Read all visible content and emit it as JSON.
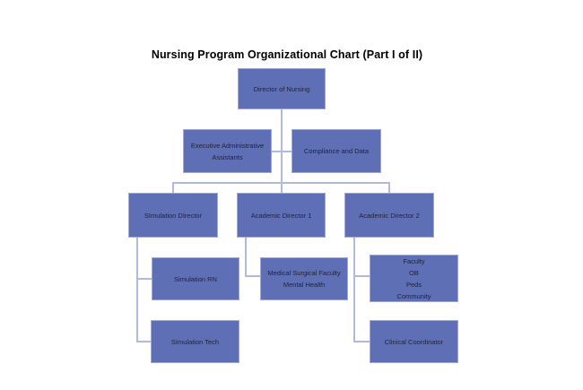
{
  "title": "Nursing Program Organizational Chart (Part I of II)",
  "colors": {
    "background": "#FFFFFF",
    "box_fill": "#5E6FB6",
    "box_border": "#9FA9D6",
    "connector": "#AFBADC",
    "text": "#1F2233",
    "title_color": "#000000"
  },
  "nodes": {
    "director": {
      "label": "Director of Nursing",
      "parent": null
    },
    "exec_admin": {
      "label": "Executive Administrative\nAssistants",
      "parent": "Director of Nursing"
    },
    "compliance": {
      "label": "Compliance and Data",
      "parent": "Director of Nursing"
    },
    "sim_director": {
      "label": "SImulation DIrector",
      "parent": "Director of Nursing"
    },
    "academic1": {
      "label": "Academic Director 1",
      "parent": "Director of Nursing"
    },
    "academic2": {
      "label": "Academic Director 2",
      "parent": "Director of Nursing"
    },
    "sim_rn": {
      "label": "Simulation RN",
      "parent": "SImulation DIrector"
    },
    "med_surg": {
      "label": "Medical Surgical Faculty\nMental Health",
      "parent": "Academic Director 1"
    },
    "faculty_group": {
      "label": "Faculty\nOB\nPeds\nCommunity",
      "parent": "Academic Director 2"
    },
    "sim_tech": {
      "label": "SImulation Tech",
      "parent": "SImulation DIrector"
    },
    "clinical_coord": {
      "label": "Clinical Coordinator",
      "parent": "Academic Director 2"
    }
  }
}
